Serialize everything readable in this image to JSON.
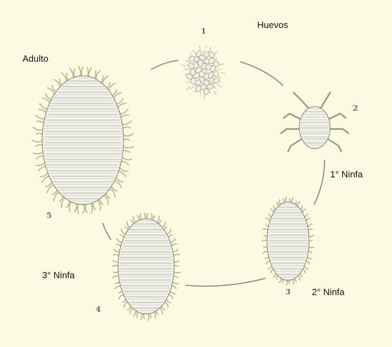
{
  "diagram": {
    "colors": {
      "background": "#fbfae3",
      "body_fill": "#f4f4ee",
      "body_stripe": "#c8c8c0",
      "hair": "#b9b98a",
      "outline": "#8a8a70",
      "cycle_line": "#8c8c80"
    },
    "stages": [
      {
        "number": "1",
        "label": "Huevos",
        "icon": "eggs-cluster"
      },
      {
        "number": "2",
        "label": "1° Ninfa",
        "icon": "first-nymph"
      },
      {
        "number": "3",
        "label": "2° Ninfa",
        "icon": "second-nymph"
      },
      {
        "number": "4",
        "label": "3° Ninfa",
        "icon": "third-nymph"
      },
      {
        "number": "5",
        "label": "Adulto",
        "icon": "adult-mealybug"
      }
    ]
  }
}
